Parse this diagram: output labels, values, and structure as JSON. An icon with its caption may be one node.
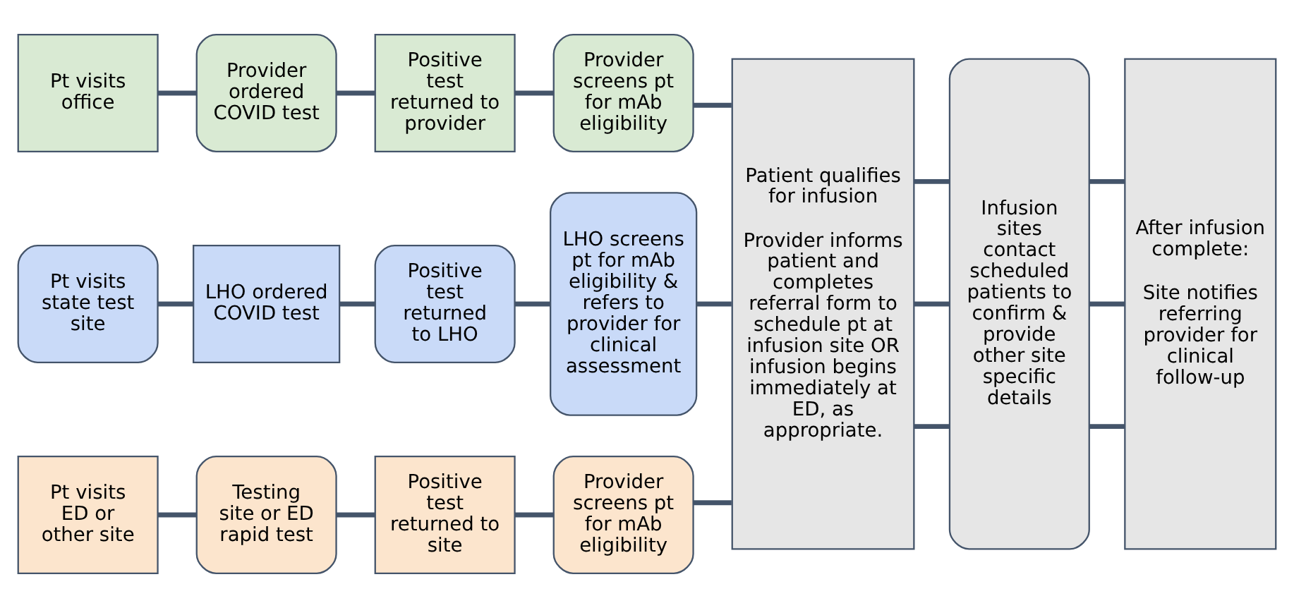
{
  "diagram": {
    "nodes": [
      {
        "text": [
          "Pt visits office"
        ]
      },
      {
        "text": [
          "Provider ordered COVID test"
        ]
      },
      {
        "text": [
          "Positive test returned to provider"
        ]
      },
      {
        "text": [
          "Provider screens pt for mAb eligibility"
        ]
      },
      {
        "text": [
          "Pt visits state test site"
        ]
      },
      {
        "text": [
          "LHO ordered COVID test"
        ]
      },
      {
        "text": [
          "Positive test returned to LHO"
        ]
      },
      {
        "text": [
          "LHO screens pt for mAb eligibility & refers to provider for clinical assessment"
        ]
      },
      {
        "text": [
          "Pt visits ED or other site"
        ]
      },
      {
        "text": [
          "Testing site or ED rapid test"
        ]
      },
      {
        "text": [
          "Positive test returned to site"
        ]
      },
      {
        "text": [
          "Provider screens pt for mAb eligibility"
        ]
      },
      {
        "text": [
          "Patient qualifies for infusion",
          "Provider informs patient and completes referral form to schedule pt at infusion site OR infusion begins immediately at ED, as appropriate."
        ]
      },
      {
        "text": [
          "Infusion sites contact scheduled patients to confirm & provide other site specific details"
        ]
      },
      {
        "text": [
          "After infusion complete:",
          "Site notifies referring provider for clinical follow-up"
        ]
      }
    ],
    "edges": [
      {
        "from": 0,
        "to": 1,
        "arrow": "none"
      },
      {
        "from": 1,
        "to": 2,
        "arrow": "none"
      },
      {
        "from": 2,
        "to": 3,
        "arrow": "none"
      },
      {
        "from": 3,
        "to": 12,
        "arrow": "none"
      },
      {
        "from": 4,
        "to": 5,
        "arrow": "none"
      },
      {
        "from": 5,
        "to": 6,
        "arrow": "none"
      },
      {
        "from": 6,
        "to": 7,
        "arrow": "none"
      },
      {
        "from": 7,
        "to": 12,
        "arrow": "none"
      },
      {
        "from": 8,
        "to": 9,
        "arrow": "none"
      },
      {
        "from": 9,
        "to": 10,
        "arrow": "none"
      },
      {
        "from": 10,
        "to": 11,
        "arrow": "none"
      },
      {
        "from": 11,
        "to": 12,
        "arrow": "none"
      },
      {
        "from": 12,
        "to": 13,
        "arrow": "none"
      },
      {
        "from": 12,
        "to": 13,
        "arrow": "none"
      },
      {
        "from": 12,
        "to": 13,
        "arrow": "none"
      },
      {
        "from": 13,
        "to": 14,
        "arrow": "none"
      },
      {
        "from": 13,
        "to": 14,
        "arrow": "none"
      },
      {
        "from": 13,
        "to": 14,
        "arrow": "none"
      }
    ]
  }
}
